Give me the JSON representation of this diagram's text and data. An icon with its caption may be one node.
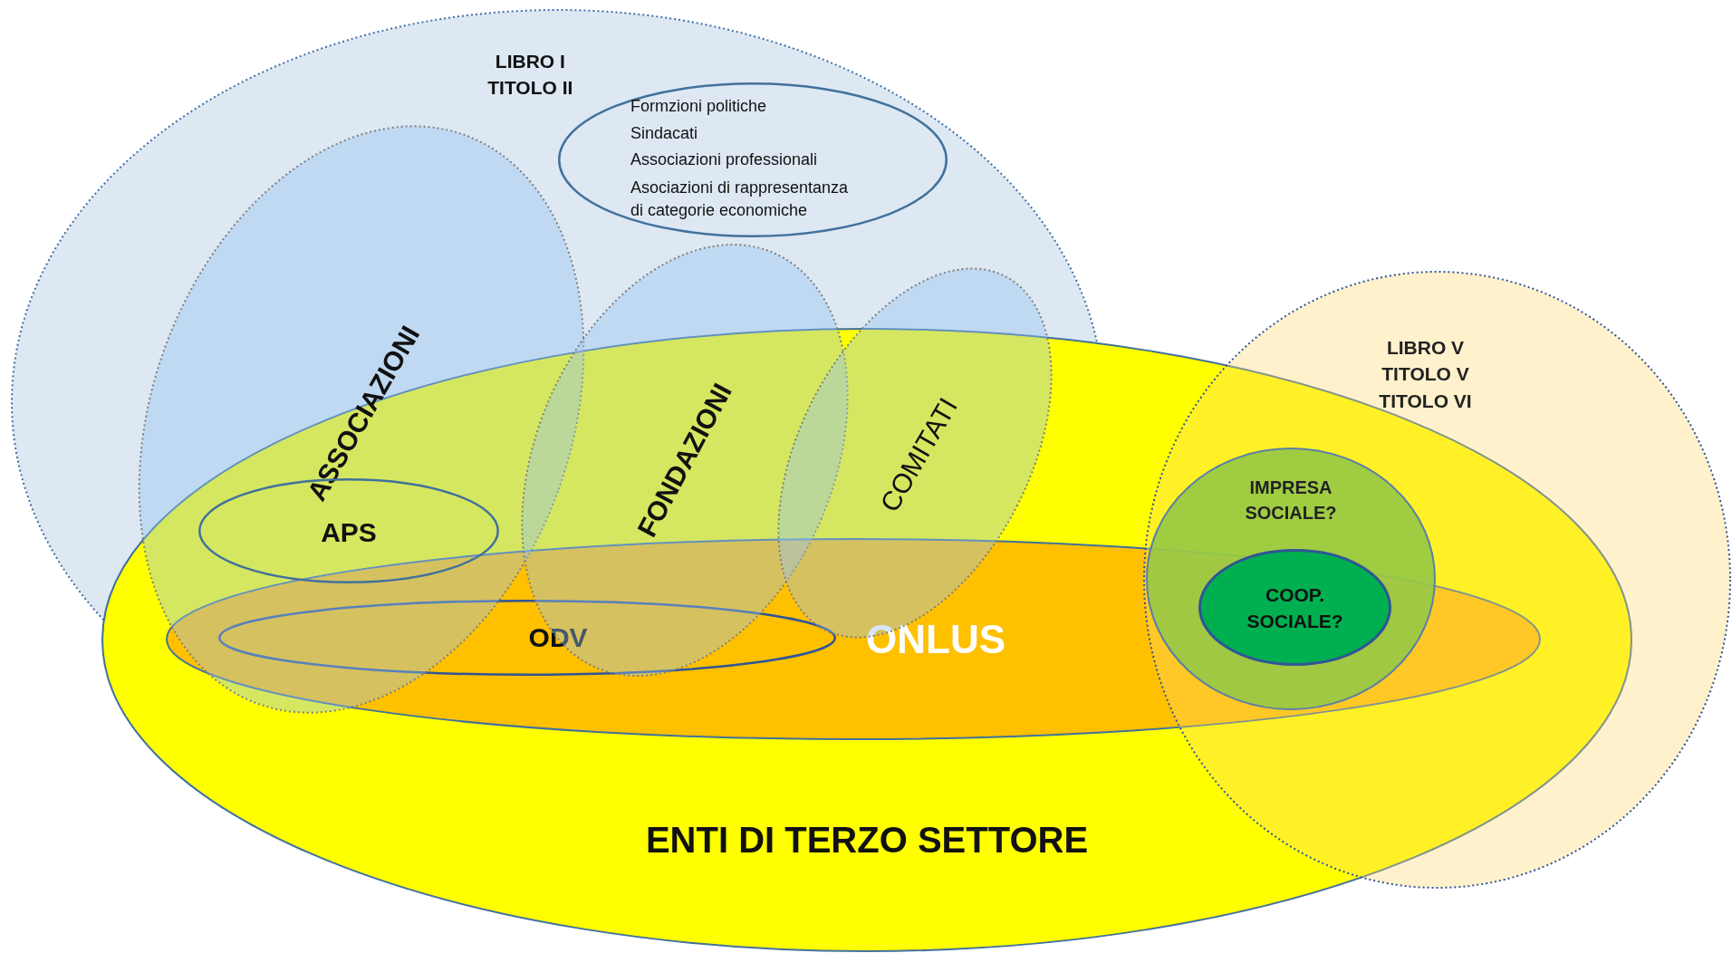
{
  "diagram": {
    "nodes": [
      {
        "text": [
          "LIBRO I TITOLO II"
        ]
      },
      {
        "text": [
          "Formzioni politiche",
          "Sindacati",
          "Associazioni professionali",
          "Asociazioni di rappresentanza di categorie economiche"
        ],
        "in": 0
      },
      {
        "text": [
          "ASSOCIAZIONI"
        ],
        "in": 0
      },
      {
        "text": [
          "APS"
        ]
      },
      {
        "text": [
          "FONDAZIONI"
        ],
        "in": 0
      },
      {
        "text": [
          "COMITATI"
        ],
        "in": 0
      },
      {
        "text": [
          "ENTI DI TERZO SETTORE"
        ]
      },
      {
        "text": [
          "ONLUS"
        ],
        "in": 6
      },
      {
        "text": [
          "ODV"
        ]
      },
      {
        "text": [
          "LIBRO V TITOLO V TITOLO VI"
        ]
      },
      {
        "text": [
          "IMPRESA SOCIALE?"
        ]
      },
      {
        "text": [
          "COOP. SOCIALE?"
        ]
      }
    ]
  }
}
